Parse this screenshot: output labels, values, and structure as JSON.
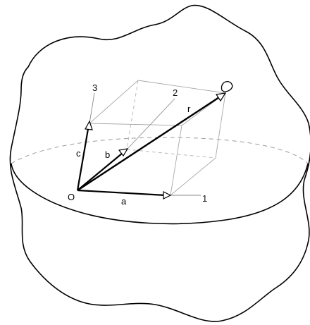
{
  "labels": {
    "origin": "O",
    "vector_a": "a",
    "vector_b": "b",
    "vector_c": "c",
    "vector_r": "r",
    "axis_1": "1",
    "axis_2": "2",
    "axis_3": "3"
  },
  "colors": {
    "stroke": "#000000",
    "construction_lines": "#a8a8a8",
    "background": "#ffffff"
  }
}
